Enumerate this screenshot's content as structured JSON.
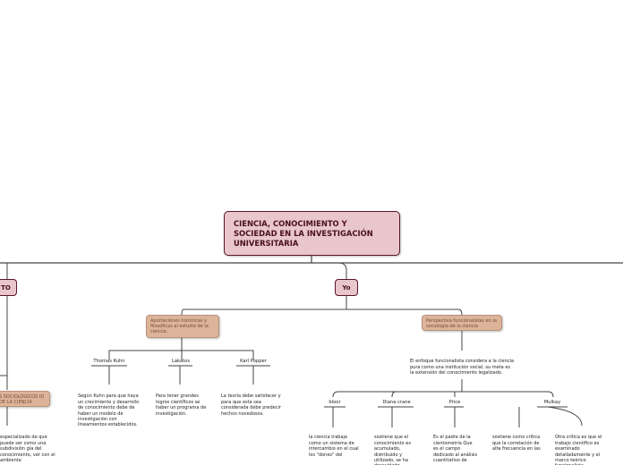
{
  "central_topic": "CIENCIA, CONOCIMIENTO Y SOCIEDAD EN LA INVESTIGACIÓN UNIVERSITARIA",
  "left_branch_label": "TO",
  "yo_label": "Yo",
  "aportaciones_label": "Aportaciones históricas y filosóficas al estudio de la ciencia.",
  "perspectiva_label": "Perspectiva funcionalistas en la sociología de la ciencia",
  "thinkers": [
    {
      "name": "Thomas Kuhn",
      "text": "Según Kuhn para que haya un crecimiento y desarrollo de conocimiento debe de haber un modelo de investigación con lineamientos establecidos."
    },
    {
      "name": "Lakatos",
      "text": "Para tener grandes logros científicos se haber un programa de investigación."
    },
    {
      "name": "Karl Popper",
      "text": "La teoría debe satisfacer y para que esta sea considerada debe predecir hechos novedosos."
    }
  ],
  "enfoque_text": "El enfoque funcionalista considera a la ciencia pura como una institución social, su meta es la extensión del conocimiento legalizado.",
  "authors": [
    {
      "name": "bloor",
      "text": "la ciencia trabaja como un sistema de intercambio en el cual los \"dones\" del"
    },
    {
      "name": "Diana crane",
      "text": "sostiene que el conocimiento es acumulado, distribuido y utilizado, se ha descuidado"
    },
    {
      "name": "Price",
      "text": "Es el padre de la cientometría Que es el campo dedicado al análisis cuantitativo de"
    },
    {
      "name": "Mulkay",
      "text": "sostiene como crítica que la correlación de alta frecuencia en las"
    }
  ],
  "extra_text": "Otra crítica es que el trabajo científico es examinado detalladamente y el marco teórico funcionalista",
  "left_tan_label": "S SOCIOLÓGICOS IO DE LA CIENCIA",
  "left_text": " especializado de que puede ser como una subdivisión gía del conocimiento, ver con el ambiente"
}
